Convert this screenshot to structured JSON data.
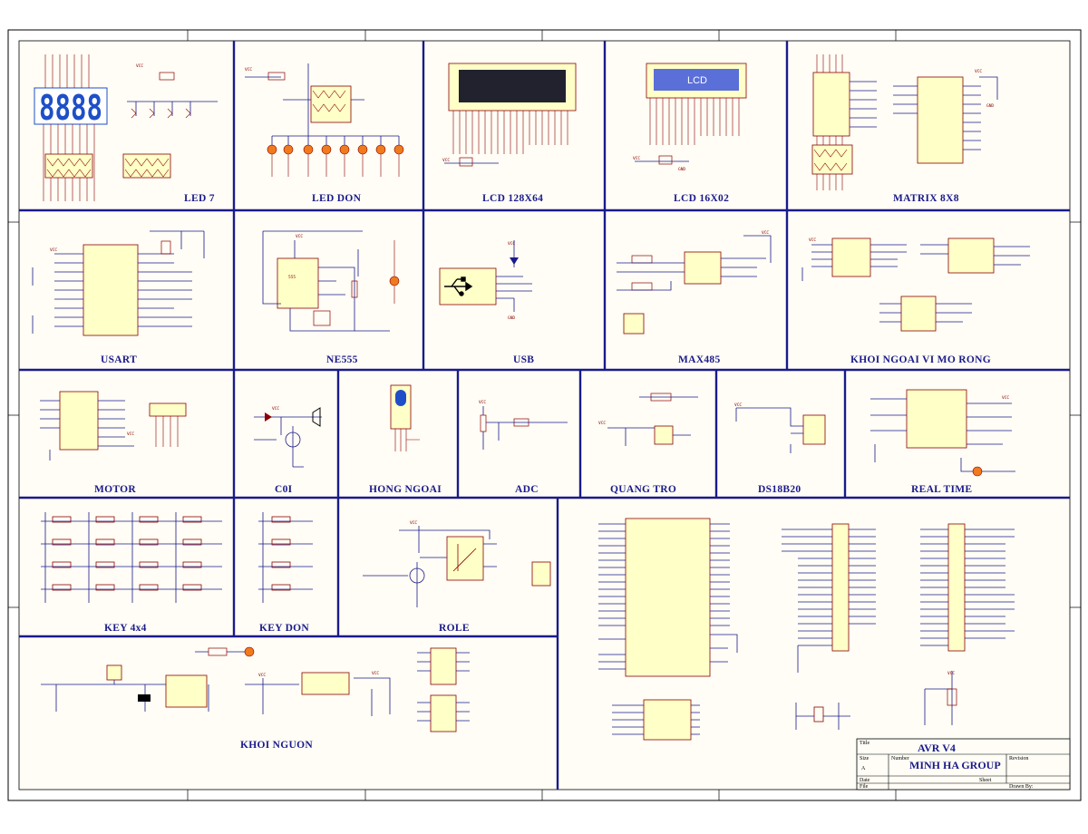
{
  "blocks": {
    "led7": "LED 7",
    "led_don": "LED DON",
    "lcd128": "LCD 128X64",
    "lcd16": "LCD 16X02",
    "matrix": "MATRIX 8X8",
    "usart": "USART",
    "ne555": "NE555",
    "usb": "USB",
    "max485": "MAX485",
    "khoi_ngoai": "KHOI NGOAI VI MO RONG",
    "motor": "MOTOR",
    "coi": "C0I",
    "hong_ngoai": "HONG NGOAI",
    "adc": "ADC",
    "quang_tro": "QUANG TRO",
    "ds18b20": "DS18B20",
    "real_time": "REAL TIME",
    "key4x4": "KEY 4x4",
    "key_don": "KEY DON",
    "role": "ROLE",
    "khoi_nguon": "KHOI NGUON"
  },
  "lcd16_screen": "LCD",
  "led7_digits": "8888",
  "ic_labels": {
    "ne555": "555"
  },
  "title_block": {
    "title_label": "Title",
    "title": "AVR V4",
    "size_label": "Size",
    "size_value": "A",
    "number_label": "Number",
    "company": "MINH HA GROUP",
    "revision_label": "Revision",
    "date_label": "Date",
    "file_label": "File",
    "sheet_label": "Sheet",
    "drawn_label": "Drawn By:"
  },
  "colors": {
    "paper": "#fffdf5",
    "wire": "#1a1a8c",
    "component": "#8b0000",
    "chip_fill": "#ffffc8",
    "lcd_screen_dark": "#22222e",
    "lcd_screen_blue": "#5b6fd8",
    "led_orange": "#f07a1e",
    "led7_blue": "#1e4fc8"
  }
}
